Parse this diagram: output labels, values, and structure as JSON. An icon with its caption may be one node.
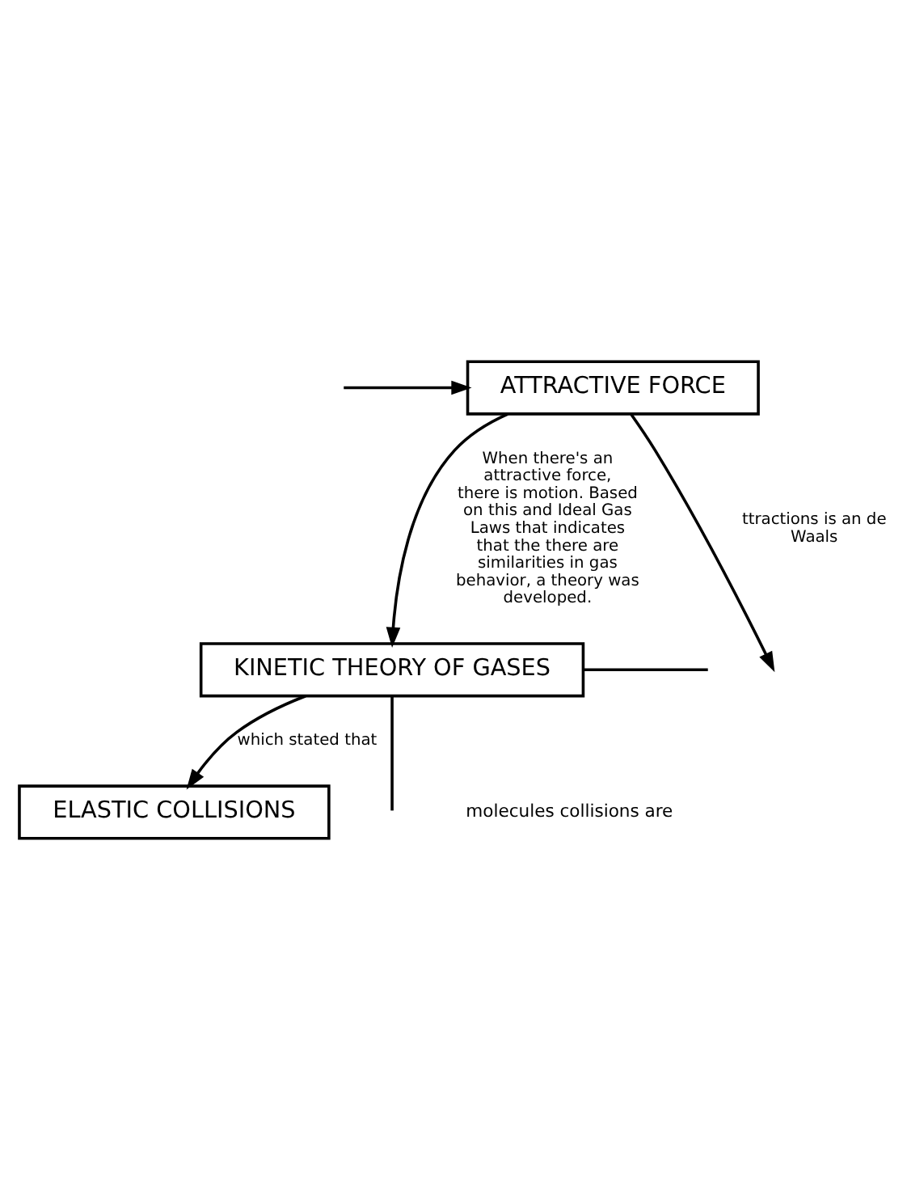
{
  "diagram": {
    "nodes": [
      {
        "text": [
          "ATTRACTIVE FORCE"
        ]
      },
      {
        "text": [
          "KINETIC THEORY OF GASES"
        ]
      },
      {
        "text": [
          "ELASTIC COLLISIONS"
        ]
      }
    ],
    "edges": [
      {
        "from": 0,
        "to": null,
        "arrow": "to",
        "label": "ttractions is an de Waals"
      },
      {
        "from": null,
        "to": 0,
        "arrow": "to"
      },
      {
        "from": 0,
        "to": 1,
        "arrow": "to",
        "label": "When there's an attractive force, there is motion. Based on this and Ideal Gas Laws that indicates that the there are similarities in gas behavior, a theory was developed."
      },
      {
        "from": null,
        "to": 1,
        "arrow": "none"
      },
      {
        "from": 1,
        "to": 2,
        "arrow": "to",
        "label": "which stated that"
      },
      {
        "from": 1,
        "to": null,
        "arrow": "none"
      }
    ],
    "labels": [
      "molecules collisions are"
    ]
  }
}
